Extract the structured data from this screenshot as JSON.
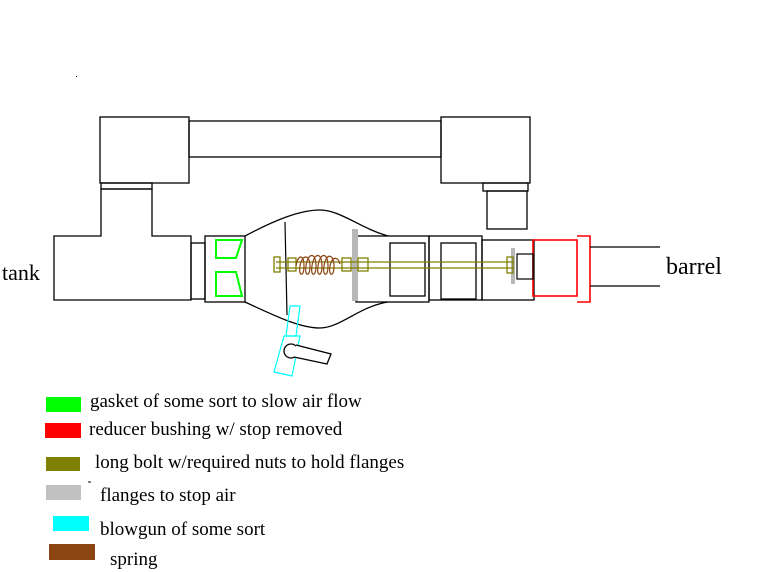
{
  "labels": {
    "tank": "tank",
    "barrel": "barrel"
  },
  "legend": [
    {
      "key": "gasket",
      "color": "#00ff00",
      "text": "gasket of some sort to slow air flow"
    },
    {
      "key": "reducer",
      "color": "#ff0000",
      "text": "reducer bushing w/ stop removed"
    },
    {
      "key": "bolt",
      "color": "#808000",
      "text": "long bolt w/required nuts to hold flanges"
    },
    {
      "key": "flange",
      "color": "#c0c0c0",
      "text": "flanges to stop air"
    },
    {
      "key": "blowgun",
      "color": "#00ffff",
      "text": "blowgun of some sort"
    },
    {
      "key": "spring",
      "color": "#8b4513",
      "text": "spring"
    }
  ],
  "colors": {
    "outline": "#000000",
    "gasket": "#00ff00",
    "reducer": "#ff0000",
    "bolt": "#808000",
    "flange": "#c0c0c0",
    "blowgun": "#00ffff",
    "spring": "#8b4513"
  }
}
